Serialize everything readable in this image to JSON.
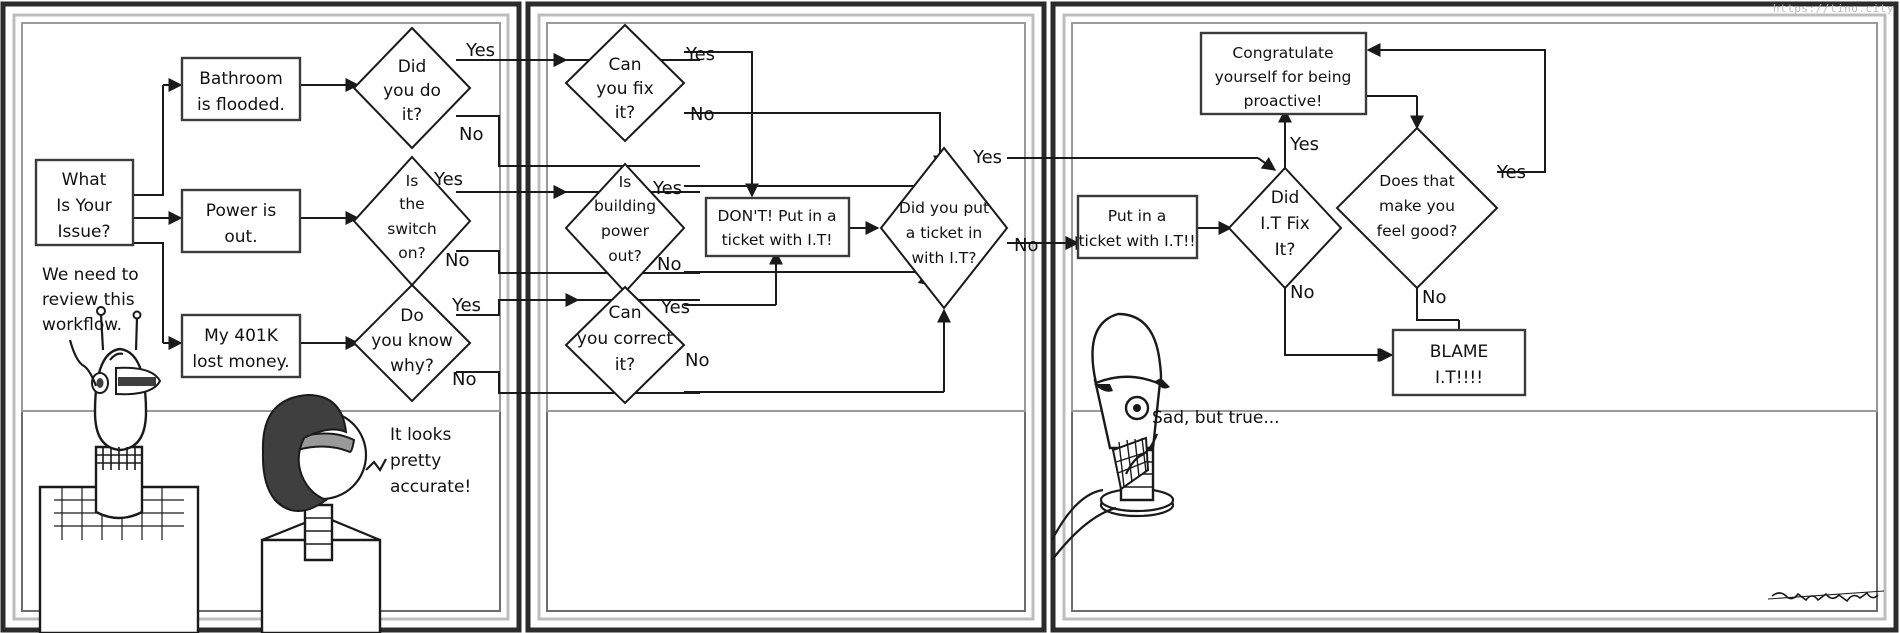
{
  "meta": {
    "watermark": "https://tino.city",
    "signature": "Hemmant Kapur"
  },
  "panels": [
    {
      "id": "panel-1",
      "nodes": [
        {
          "name": "what-is-your-issue",
          "shape": "box",
          "lines": [
            "What",
            "Is Your",
            "Issue?"
          ]
        },
        {
          "name": "bathroom-flooded",
          "shape": "box",
          "lines": [
            "Bathroom",
            "is flooded."
          ]
        },
        {
          "name": "power-is-out",
          "shape": "box",
          "lines": [
            "Power is",
            "out."
          ]
        },
        {
          "name": "my-401k-lost-money",
          "shape": "box",
          "lines": [
            "My 401K",
            "lost money."
          ]
        },
        {
          "name": "did-you-do-it",
          "shape": "diamond",
          "lines": [
            "Did",
            "you do",
            "it?"
          ]
        },
        {
          "name": "is-the-switch-on",
          "shape": "diamond",
          "lines": [
            "Is",
            "the",
            "switch",
            "on?"
          ]
        },
        {
          "name": "do-you-know-why",
          "shape": "diamond",
          "lines": [
            "Do",
            "you know",
            "why?"
          ]
        }
      ],
      "edge_labels": [
        {
          "name": "did-you-do-it-yes",
          "text": "Yes"
        },
        {
          "name": "did-you-do-it-no",
          "text": "No"
        },
        {
          "name": "is-the-switch-on-yes",
          "text": "Yes"
        },
        {
          "name": "is-the-switch-on-no",
          "text": "No"
        },
        {
          "name": "do-you-know-why-yes",
          "text": "Yes"
        },
        {
          "name": "do-you-know-why-no",
          "text": "No"
        }
      ],
      "speech": [
        {
          "name": "robot-speech-left",
          "lines": [
            "We need to",
            "review this",
            "workflow."
          ]
        },
        {
          "name": "robot-speech-right",
          "lines": [
            "It looks",
            "pretty",
            "accurate!"
          ]
        }
      ]
    },
    {
      "id": "panel-2",
      "nodes": [
        {
          "name": "can-you-fix-it",
          "shape": "diamond",
          "lines": [
            "Can",
            "you fix",
            "it?"
          ]
        },
        {
          "name": "is-building-power-out",
          "shape": "diamond",
          "lines": [
            "Is",
            "building",
            "power",
            "out?"
          ]
        },
        {
          "name": "can-you-correct-it",
          "shape": "diamond",
          "lines": [
            "Can",
            "you correct",
            "it?"
          ]
        },
        {
          "name": "dont-put-in-ticket",
          "shape": "box",
          "lines": [
            "DON'T! Put in a",
            "ticket with I.T!"
          ]
        },
        {
          "name": "did-you-put-a-ticket-in",
          "shape": "diamond",
          "lines": [
            "Did you put",
            "a ticket in",
            "with I.T?"
          ]
        }
      ],
      "edge_labels": [
        {
          "name": "can-you-fix-it-yes",
          "text": "Yes"
        },
        {
          "name": "can-you-fix-it-no",
          "text": "No"
        },
        {
          "name": "is-building-power-out-yes",
          "text": "Yes"
        },
        {
          "name": "is-building-power-out-no",
          "text": "No"
        },
        {
          "name": "can-you-correct-it-yes",
          "text": "Yes"
        },
        {
          "name": "can-you-correct-it-no",
          "text": "No"
        },
        {
          "name": "did-you-put-a-ticket-in-yes",
          "text": "Yes"
        },
        {
          "name": "did-you-put-a-ticket-in-no",
          "text": "No"
        }
      ],
      "speech": []
    },
    {
      "id": "panel-3",
      "nodes": [
        {
          "name": "put-in-a-ticket",
          "shape": "box",
          "lines": [
            "Put in a",
            "ticket with I.T!!"
          ]
        },
        {
          "name": "did-it-fix-it",
          "shape": "diamond",
          "lines": [
            "Did",
            "I.T Fix",
            "It?"
          ]
        },
        {
          "name": "congratulate-yourself",
          "shape": "box",
          "lines": [
            "Congratulate",
            "yourself for being",
            "proactive!"
          ]
        },
        {
          "name": "does-that-make-you-feel-good",
          "shape": "diamond",
          "lines": [
            "Does that",
            "make you",
            "feel good?"
          ]
        },
        {
          "name": "blame-it",
          "shape": "box",
          "lines": [
            "BLAME",
            "I.T!!!!"
          ]
        }
      ],
      "edge_labels": [
        {
          "name": "did-it-fix-it-yes",
          "text": "Yes"
        },
        {
          "name": "did-it-fix-it-no",
          "text": "No"
        },
        {
          "name": "feel-good-yes",
          "text": "Yes"
        },
        {
          "name": "feel-good-no",
          "text": "No"
        }
      ],
      "speech": [
        {
          "name": "robot-speech-sad",
          "lines": [
            "Sad, but true..."
          ]
        }
      ]
    }
  ],
  "colors": {
    "ink": "#1a1a1a",
    "frame_outer": "#2b2b2b",
    "frame_inner": "#d8d8d8",
    "panel_bg": "#ffffff",
    "robot_dark": "#3f3f3f",
    "watermark": "#b9b9b9"
  }
}
